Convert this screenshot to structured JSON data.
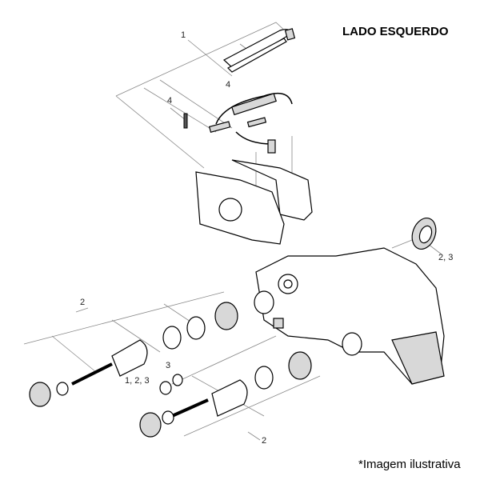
{
  "title": "LADO ESQUERDO",
  "footnote": "*Imagem ilustrativa",
  "callouts": {
    "c1": "1",
    "c4a": "4",
    "c4b": "4",
    "c23": "2, 3",
    "c2a": "2",
    "c3": "3",
    "c123": "1, 2, 3",
    "c2b": "2"
  }
}
